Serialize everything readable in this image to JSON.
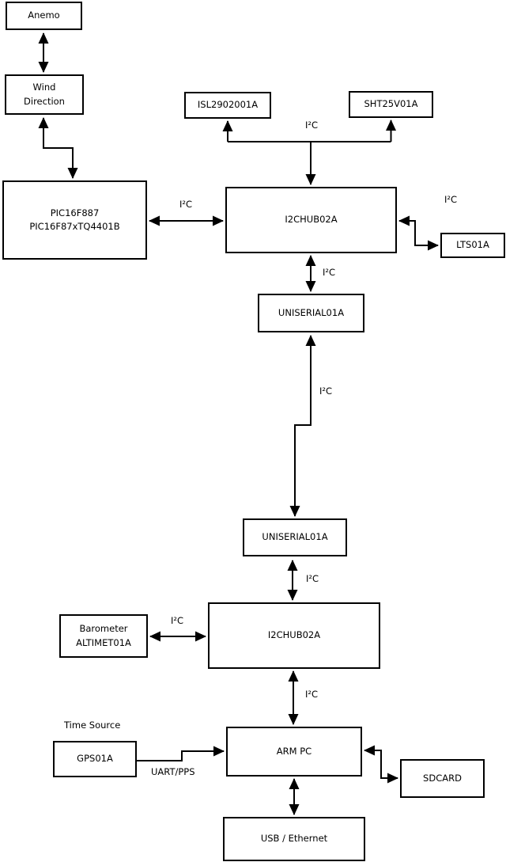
{
  "nodes": {
    "anemo": {
      "lines": [
        "Anemo"
      ]
    },
    "wind_direction": {
      "lines": [
        "Wind",
        "Direction"
      ]
    },
    "pic": {
      "lines": [
        "PIC16F887",
        "PIC16F87xTQ4401B"
      ]
    },
    "isl": {
      "lines": [
        "ISL2902001A"
      ]
    },
    "sht": {
      "lines": [
        "SHT25V01A"
      ]
    },
    "i2chub_top": {
      "lines": [
        "I2CHUB02A"
      ]
    },
    "lts": {
      "lines": [
        "LTS01A"
      ]
    },
    "uniserial_top": {
      "lines": [
        "UNISERIAL01A"
      ]
    },
    "uniserial_bottom": {
      "lines": [
        "UNISERIAL01A"
      ]
    },
    "barometer": {
      "lines": [
        "Barometer",
        "ALTIMET01A"
      ]
    },
    "i2chub_bottom": {
      "lines": [
        "I2CHUB02A"
      ]
    },
    "arm_pc": {
      "lines": [
        "ARM PC"
      ]
    },
    "gps": {
      "lines": [
        "GPS01A"
      ]
    },
    "sdcard": {
      "lines": [
        "SDCARD"
      ]
    },
    "usb_ethernet": {
      "lines": [
        "USB / Ethernet"
      ]
    }
  },
  "labels": {
    "i2c": "I²C",
    "uart_pps": "UART/PPS",
    "time_source": "Time Source"
  },
  "edges": [
    {
      "from": "Anemo",
      "to": "Wind Direction",
      "direction": "bidirectional",
      "label": ""
    },
    {
      "from": "Wind Direction",
      "to": "PIC16F887 PIC16F87xTQ4401B",
      "direction": "bidirectional",
      "label": ""
    },
    {
      "from": "PIC16F887 PIC16F87xTQ4401B",
      "to": "I2CHUB02A (top)",
      "direction": "bidirectional",
      "label": "I²C"
    },
    {
      "from": "I2CHUB02A (top)",
      "to": "ISL2902001A",
      "direction": "branch-out",
      "label": "I²C"
    },
    {
      "from": "I2CHUB02A (top)",
      "to": "SHT25V01A",
      "direction": "branch-out",
      "label": "I²C"
    },
    {
      "from": "I2CHUB02A (top)",
      "to": "LTS01A",
      "direction": "bidirectional",
      "label": "I²C"
    },
    {
      "from": "I2CHUB02A (top)",
      "to": "UNISERIAL01A (top)",
      "direction": "bidirectional",
      "label": "I²C"
    },
    {
      "from": "UNISERIAL01A (top)",
      "to": "UNISERIAL01A (bottom)",
      "direction": "bidirectional",
      "label": "I²C"
    },
    {
      "from": "UNISERIAL01A (bottom)",
      "to": "I2CHUB02A (bottom)",
      "direction": "bidirectional",
      "label": "I²C"
    },
    {
      "from": "Barometer ALTIMET01A",
      "to": "I2CHUB02A (bottom)",
      "direction": "bidirectional",
      "label": "I²C"
    },
    {
      "from": "I2CHUB02A (bottom)",
      "to": "ARM PC",
      "direction": "bidirectional",
      "label": "I²C"
    },
    {
      "from": "GPS01A",
      "to": "ARM PC",
      "direction": "to",
      "label": "UART/PPS"
    },
    {
      "from": "ARM PC",
      "to": "SDCARD",
      "direction": "bidirectional",
      "label": ""
    },
    {
      "from": "ARM PC",
      "to": "USB / Ethernet",
      "direction": "bidirectional",
      "label": ""
    }
  ],
  "colors": {
    "background": "#ffffff",
    "line": "#000000",
    "box_border": "#000000",
    "text": "#000000"
  }
}
